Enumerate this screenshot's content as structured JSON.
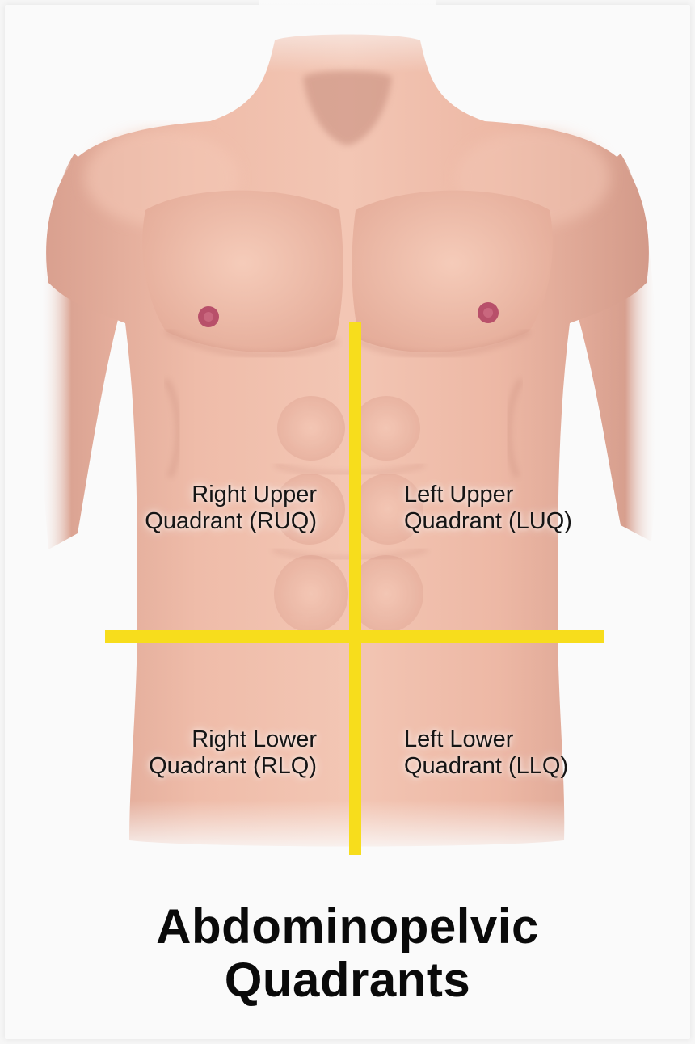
{
  "diagram": {
    "regions": {
      "ruq": {
        "line1": "Right Upper",
        "line2": "Quadrant (RUQ)"
      },
      "luq": {
        "line1": "Left Upper",
        "line2": "Quadrant (LUQ)"
      },
      "rlq": {
        "line1": "Right Lower",
        "line2": "Quadrant (RLQ)"
      },
      "llq": {
        "line1": "Left Lower",
        "line2": "Quadrant (LLQ)"
      }
    },
    "title": {
      "line1": "Abdominopelvic",
      "line2": "Quadrants"
    }
  },
  "colors": {
    "divider_lines": "#f7dd1c",
    "skin_light": "#f2c2b0",
    "skin_mid": "#e3a896",
    "skin_shadow": "#c98a7c",
    "nipple": "#b8506a",
    "background": "#fafafa",
    "title_text": "#0a0a0a"
  }
}
